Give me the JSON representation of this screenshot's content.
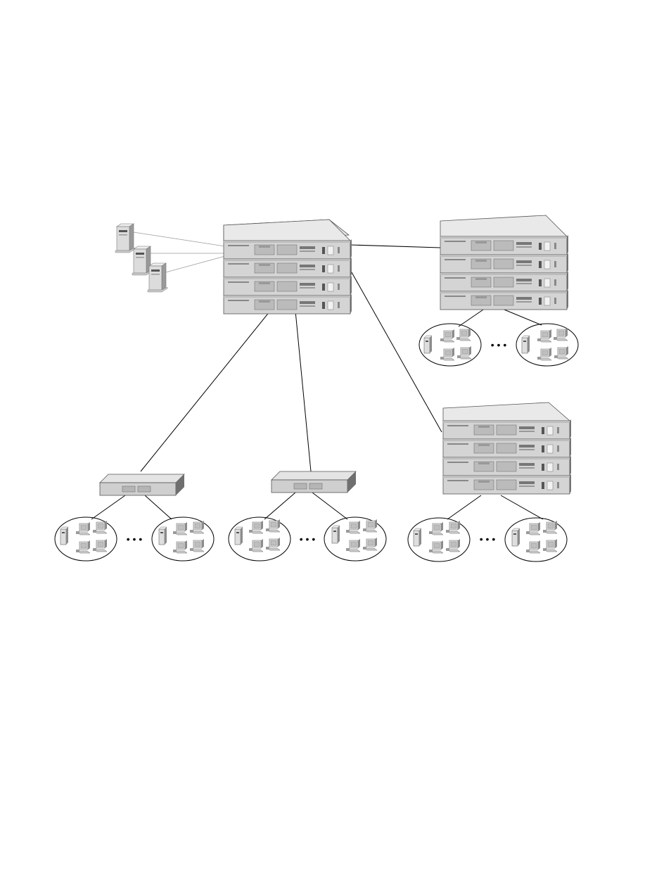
{
  "diagram": {
    "ellipsis": "• • •",
    "colors": {
      "switch_top": "#e9e9e9",
      "switch_front": "#d2d2d2",
      "switch_side": "#7a7a7a",
      "port": "#b8b8b8",
      "link": "#000000",
      "server_link": "#9a9a9a"
    },
    "nodes": {
      "core_stack": "stack of 4 switches",
      "stack_right_top": "stack of 4 switches",
      "stack_right_bottom": "stack of 4 switches",
      "edge_switch_left": "switch",
      "edge_switch_mid": "switch",
      "server_group": "3 servers",
      "workgroups": "clusters of 1 server + 4 workstations"
    }
  }
}
